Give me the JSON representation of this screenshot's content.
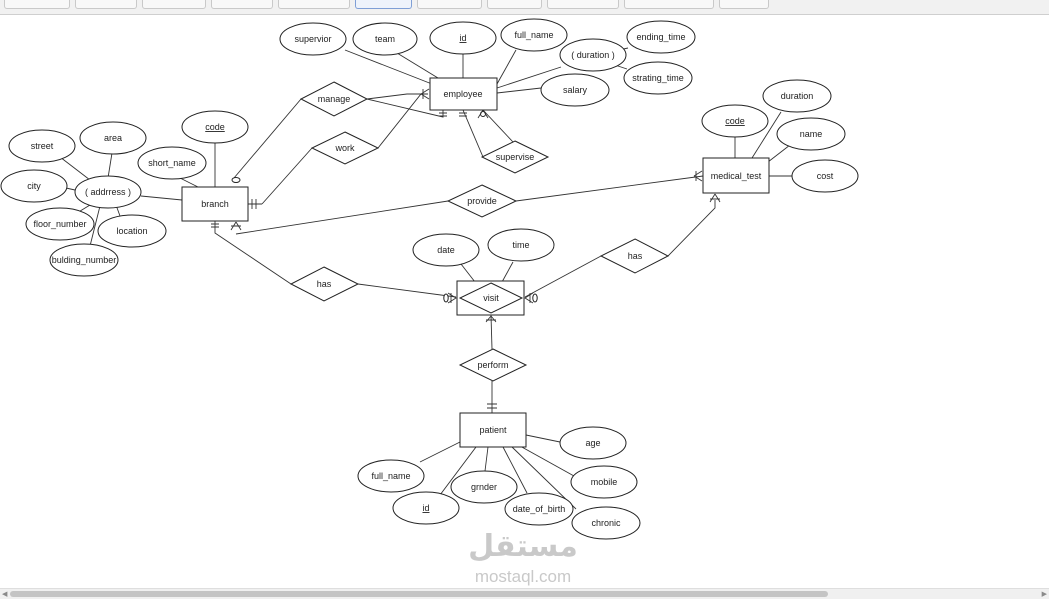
{
  "entities": {
    "employee": "employee",
    "branch": "branch",
    "medical_test": "medical_test",
    "visit": "visit",
    "patient": "patient"
  },
  "relationships": {
    "manage": "manage",
    "work": "work",
    "supervise": "supervise",
    "provide": "provide",
    "has_branch_visit": "has",
    "has_medical_visit": "has",
    "perform": "perform"
  },
  "attributes": {
    "employee": {
      "supervior": "supervior",
      "team": "team",
      "id": "id",
      "full_name": "full_name",
      "duration": "( duration )",
      "ending_time": "ending_time",
      "strating_time": "strating_time",
      "salary": "salary"
    },
    "branch": {
      "code": "code",
      "short_name": "short_name",
      "address": "( addrress )",
      "street": "street",
      "area": "area",
      "city": "city",
      "floor_number": "floor_number",
      "location": "location",
      "bulding_number": "bulding_number"
    },
    "medical_test": {
      "code": "code",
      "duration": "duration",
      "name": "name",
      "cost": "cost"
    },
    "visit": {
      "date": "date",
      "time": "time"
    },
    "patient": {
      "full_name": "full_name",
      "id": "id",
      "grnder": "grnder",
      "date_of_birth": "date_of_birth",
      "chronic": "chronic",
      "mobile": "mobile",
      "age": "age"
    }
  },
  "watermark": {
    "arabic": "مستقل",
    "latin": "mostaql.com"
  }
}
